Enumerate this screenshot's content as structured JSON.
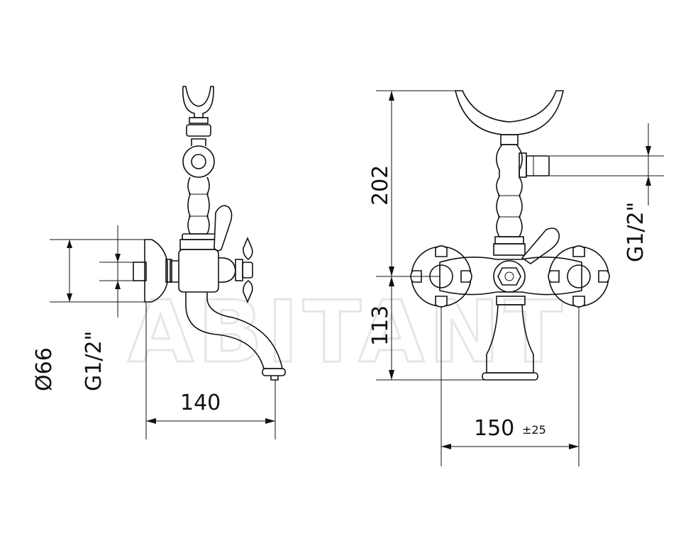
{
  "watermark": "ABITANT",
  "dimensions": {
    "diameter": "Ø66",
    "thread_side": "G1/2\"",
    "depth": "140",
    "height_upper": "202",
    "height_lower": "113",
    "thread_front": "G1/2\"",
    "centers": "150",
    "centers_tolerance": "±25"
  }
}
